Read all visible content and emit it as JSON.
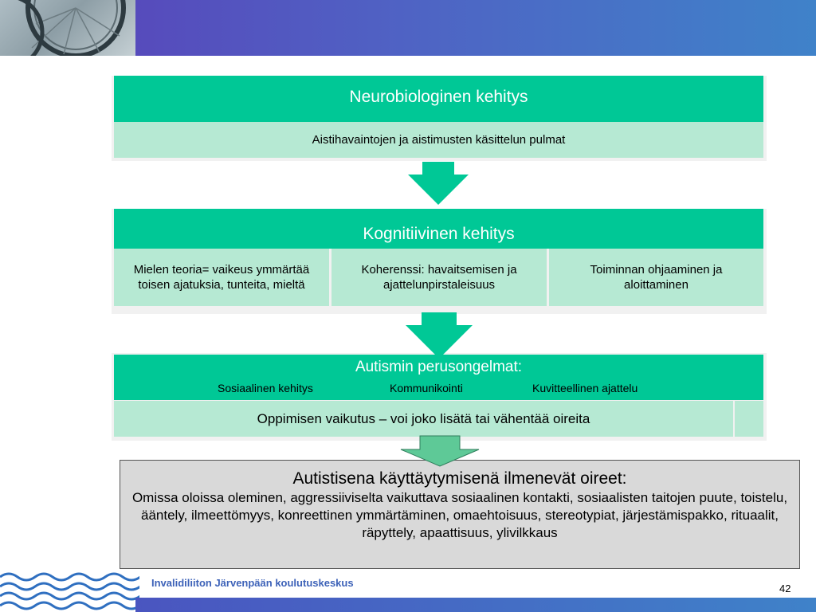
{
  "diagram": {
    "level1": {
      "header": "Neurobiologinen kehitys",
      "cell": "Aistihavaintojen ja aistimusten käsittelun pulmat"
    },
    "level2": {
      "header": "Kognitiivinen kehitys",
      "cells": [
        "Mielen teoria= vaikeus ymmärtää toisen ajatuksia, tunteita, mieltä",
        "Koherenssi: havaitsemisen ja ajattelunpirstaleisuus",
        "Toiminnan ohjaaminen ja aloittaminen"
      ]
    },
    "level3": {
      "header": "Autismin perusongelmat:",
      "subitems": [
        "Sosiaalinen kehitys",
        "Kommunikointi",
        "Kuvitteellinen ajattelu"
      ],
      "cell": "Oppimisen vaikutus – voi joko lisätä tai vähentää oireita"
    },
    "result": {
      "title": "Autistisena käyttäytymisenä ilmenevät oireet:",
      "text": "Omissa oloissa oleminen, aggressiiviselta vaikuttava sosiaalinen kontakti, sosiaalisten taitojen puute, toistelu, ääntely, ilmeettömyys, konreettinen ymmärtäminen, omaehtoisuus, stereotypiat, järjestämispakko, rituaalit, räpyttely, apaattisuus, ylivilkkaus"
    }
  },
  "footer": {
    "organization": "Invalidiliiton Järvenpään koulutuskeskus",
    "page_number": "42"
  },
  "colors": {
    "header_green": "#00c896",
    "cell_green": "#b6e9d3",
    "result_box": "#d9d9d9"
  }
}
